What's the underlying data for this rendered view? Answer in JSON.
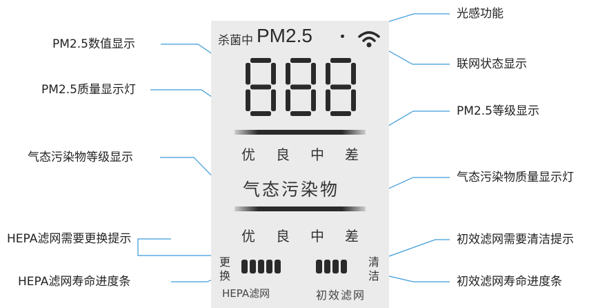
{
  "callouts": {
    "light_sensor": "光感功能",
    "network_status": "联网状态显示",
    "pm25_value": "PM2.5数值显示",
    "pm25_quality_light": "PM2.5质量显示灯",
    "pm25_level": "PM2.5等级显示",
    "gas_level": "气态污染物等级显示",
    "gas_quality_light": "气态污染物质量显示灯",
    "hepa_replace_hint": "HEPA滤网需要更换提示",
    "prefilter_clean_hint": "初效滤网需要清洁提示",
    "hepa_life_bar": "HEPA滤网寿命进度条",
    "prefilter_life_bar": "初效滤网寿命进度条"
  },
  "display": {
    "sterilizing": "杀菌中",
    "pm25_label": "PM2.5",
    "digits": "888",
    "pm25_levels": [
      "优",
      "良",
      "中",
      "差"
    ],
    "gas_title": "气态污染物",
    "gas_levels": [
      "优",
      "良",
      "中",
      "差"
    ],
    "replace_top": "更",
    "replace_bottom": "换",
    "clean_top": "清",
    "clean_bottom": "洁",
    "hepa_label": "HEPA滤网",
    "prefilter_label": "初效滤网",
    "hepa_cells": 5,
    "prefilter_cells": 4
  },
  "colors": {
    "line": "#3b9ad9",
    "panel": "#ebebeb",
    "segment": "#2a2a2a"
  }
}
